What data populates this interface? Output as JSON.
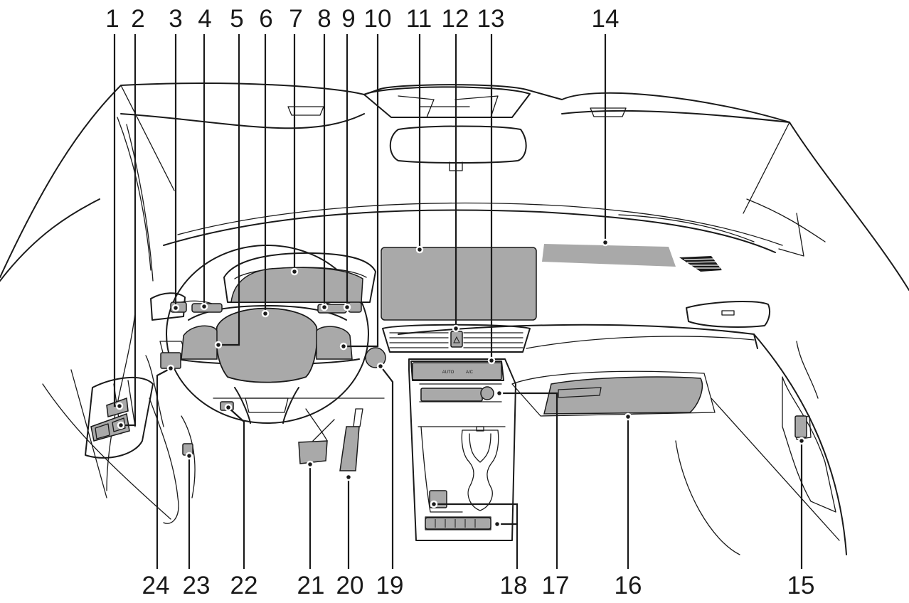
{
  "diagram": {
    "subject": "vehicle interior dashboard overview",
    "callouts": [
      {
        "id": "1",
        "label": "1"
      },
      {
        "id": "2",
        "label": "2"
      },
      {
        "id": "3",
        "label": "3"
      },
      {
        "id": "4",
        "label": "4"
      },
      {
        "id": "5",
        "label": "5"
      },
      {
        "id": "6",
        "label": "6"
      },
      {
        "id": "7",
        "label": "7"
      },
      {
        "id": "8",
        "label": "8"
      },
      {
        "id": "9",
        "label": "9"
      },
      {
        "id": "10",
        "label": "10"
      },
      {
        "id": "11",
        "label": "11"
      },
      {
        "id": "12",
        "label": "12"
      },
      {
        "id": "13",
        "label": "13"
      },
      {
        "id": "14",
        "label": "14"
      },
      {
        "id": "15",
        "label": "15"
      },
      {
        "id": "16",
        "label": "16"
      },
      {
        "id": "17",
        "label": "17"
      },
      {
        "id": "18",
        "label": "18"
      },
      {
        "id": "19",
        "label": "19"
      },
      {
        "id": "20",
        "label": "20"
      },
      {
        "id": "21",
        "label": "21"
      },
      {
        "id": "22",
        "label": "22"
      },
      {
        "id": "23",
        "label": "23"
      },
      {
        "id": "24",
        "label": "24"
      }
    ],
    "climate_panel_text": [
      "AUTO",
      "A/C"
    ],
    "colors": {
      "line": "#1a1a1a",
      "highlight": "#a9a9a9",
      "background": "#ffffff"
    }
  }
}
